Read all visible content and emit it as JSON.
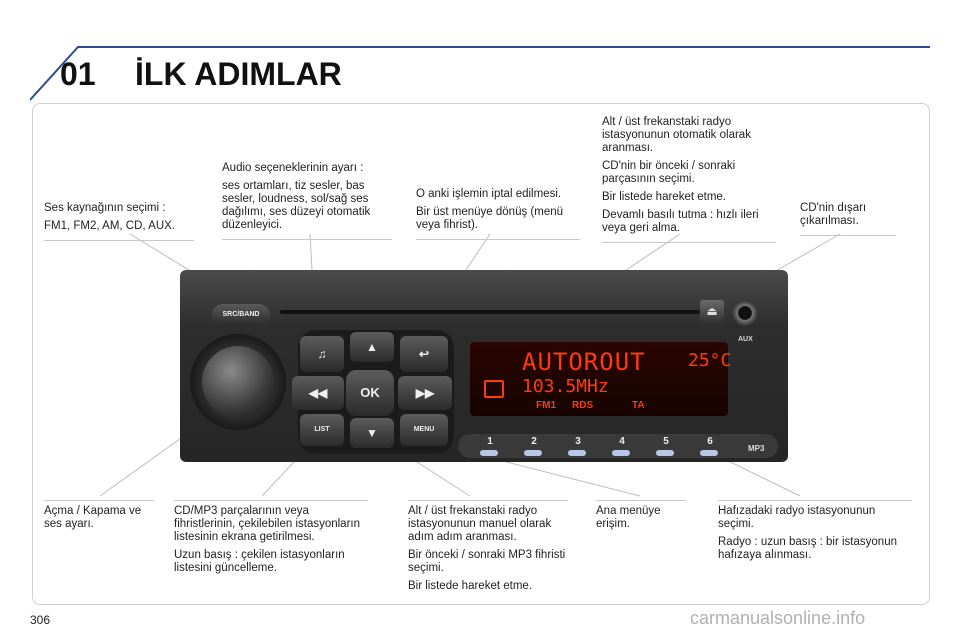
{
  "header": {
    "chapter": "01",
    "title": "İLK ADIMLAR"
  },
  "labels": {
    "source": [
      "Ses kaynağının seçimi :",
      "FM1, FM2, AM, CD, AUX."
    ],
    "audio": [
      "Audio seçeneklerinin ayarı :",
      "ses ortamları, tiz sesler, bas sesler, loudness, sol/sağ ses dağılımı, ses düzeyi otomatik düzenleyici."
    ],
    "cancel": [
      "O anki işlemin iptal edilmesi.",
      "Bir üst menüye dönüş (menü veya fihrist)."
    ],
    "seek_up": [
      "Alt / üst frekanstaki radyo istasyonunun otomatik olarak aranması.",
      "CD'nin bir önceki / sonraki parçasının seçimi.",
      "Bir listede hareket etme.",
      "Devamlı basılı tutma : hızlı ileri veya geri alma."
    ],
    "eject": [
      "CD'nin dışarı çıkarılması."
    ],
    "power": [
      "Açma / Kapama ve ses ayarı."
    ],
    "list": [
      "CD/MP3 parçalarının veya fihristlerinin, çekilebilen istasyonların listesinin ekrana getirilmesi.",
      "Uzun basış : çekilen istasyonların listesini güncelleme."
    ],
    "manual": [
      "Alt / üst frekanstaki radyo istasyonunun manuel olarak adım adım aranması.",
      "Bir önceki / sonraki MP3 fihristi seçimi.",
      "Bir listede hareket etme."
    ],
    "menu": [
      "Ana menüye erişim."
    ],
    "presets": [
      "Hafızadaki radyo istasyonunun seçimi.",
      "Radyo : uzun basış : bir istasyonun hafızaya alınması."
    ]
  },
  "radio": {
    "src_label": "SRC/BAND",
    "aux_label": "AUX",
    "ok_label": "OK",
    "list_label": "LIST",
    "menu_label": "MENU",
    "mp3_label": "MP3",
    "presets": [
      "1",
      "2",
      "3",
      "4",
      "5",
      "6"
    ],
    "display": {
      "line1": "AUTOROUT",
      "temp": "25°C",
      "line2": "103.5MHz",
      "fm": "FM1",
      "rds": "RDS",
      "ta": "TA"
    }
  },
  "footer": {
    "page": "306",
    "watermark": "carmanualsonline.info"
  },
  "colors": {
    "accent": "#2c4a8c",
    "display_text": "#ff3a10"
  }
}
